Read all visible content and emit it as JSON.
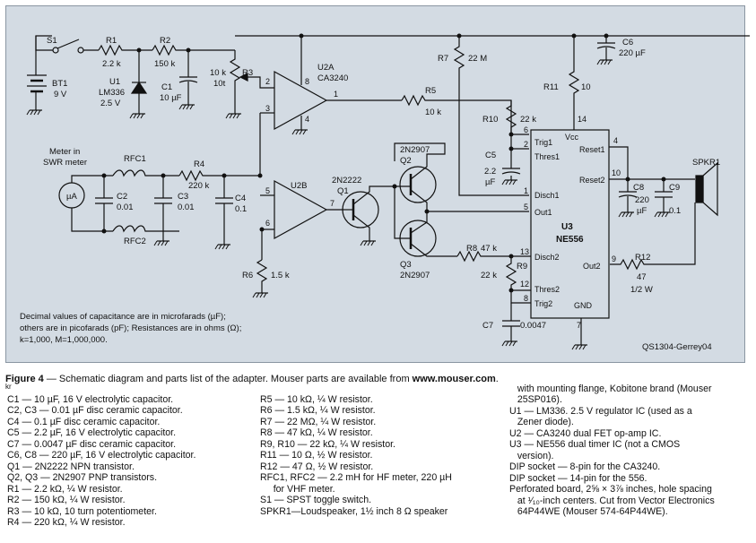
{
  "labels": {
    "s1": "S1",
    "r1": "R1",
    "r1v": "2.2 k",
    "r2": "R2",
    "r2v": "150 k",
    "bt1": "BT1",
    "bt1v": "9 V",
    "u1": "U1",
    "u1p": "LM336",
    "u1v": "2.5 V",
    "c1": "C1",
    "c1v": "10 µF",
    "r3v1": "10 k",
    "r3v2": "10t",
    "r3": "R3",
    "u2a": "U2A",
    "u2ap": "CA3240",
    "r7": "R7",
    "r7v": "22 M",
    "c6": "C6",
    "c6v": "220 µF",
    "r11": "R11",
    "r11v": "10",
    "r5": "R5",
    "r5v": "10 k",
    "r10": "R10",
    "r10v": "22 k",
    "meter1": "Meter in",
    "meter2": "SWR meter",
    "meteru": "µA",
    "rfc1": "RFC1",
    "rfc2": "RFC2",
    "r4": "R4",
    "r4v": "220 k",
    "c2": "C2",
    "c2v": "0.01",
    "c3": "C3",
    "c3v": "0.01",
    "c4": "C4",
    "c4v": "0.1",
    "u2b": "U2B",
    "q1": "2N2222",
    "q1n": "Q1",
    "q2": "2N2907",
    "q2n": "Q2",
    "q3n": "Q3",
    "q3": "2N2907",
    "r6": "R6",
    "r6v": "1.5 k",
    "c5": "C5",
    "c5v1": "2.2",
    "c5v2": "µF",
    "r8": "R8",
    "r8v": "47 k",
    "r9": "R9",
    "r9v": "22 k",
    "c7": "C7",
    "c7v": "0.0047",
    "c8": "C8",
    "c8v1": "220",
    "c8v2": "µF",
    "c9": "C9",
    "c9v": "0.1",
    "spkr": "SPKR1",
    "r12": "R12",
    "r12v1": "47",
    "r12v2": "1/2 W",
    "u3": "U3",
    "u3p": "NE556",
    "vcc": "Vcc",
    "trig1": "Trig1",
    "thres1": "Thres1",
    "reset1": "Reset1",
    "reset2": "Reset2",
    "disch1": "Disch1",
    "out1": "Out1",
    "disch2": "Disch2",
    "thres2": "Thres2",
    "trig2": "Trig2",
    "out2": "Out2",
    "gnd": "GND",
    "credit": "QS1304-Gerrey04"
  },
  "pins": {
    "u2a_in2": "2",
    "u2a_in3": "3",
    "u2a_out": "1",
    "u2a_v8": "8",
    "u2a_g4": "4",
    "u2b_in5": "5",
    "u2b_in6": "6",
    "u2b_out": "7",
    "p14": "14",
    "p6": "6",
    "p2": "2",
    "p4": "4",
    "p10": "10",
    "p1": "1",
    "p5": "5",
    "p13": "13",
    "p12": "12",
    "p8": "8",
    "p9": "9",
    "p7": "7"
  },
  "note": [
    "Decimal values of capacitance are in microfarads (µF);",
    "others are in picofarads (pF); Resistances are in ohms (Ω);",
    "k=1,000, M=1,000,000."
  ],
  "caption": {
    "figure": "Figure 4",
    "text": " — Schematic diagram and parts list of the adapter. Mouser parts are available from ",
    "link": "www.mouser.com",
    "end": ".",
    "tail": "kr"
  },
  "parts_col1": [
    "C1 — 10 µF, 16 V electrolytic capacitor.",
    "C2, C3 — 0.01 µF disc ceramic capacitor.",
    "C4 — 0.1 µF disc ceramic capacitor.",
    "C5 — 2.2 µF, 16 V electrolytic capacitor.",
    "C7 — 0.0047 µF disc ceramic capacitor.",
    "C6, C8 — 220 µF, 16 V electrolytic capacitor.",
    "Q1 — 2N2222 NPN transistor.",
    "Q2, Q3 — 2N2907 PNP transistors.",
    "R1 — 2.2 kΩ, ¼ W resistor.",
    "R2 — 150 kΩ, ¼ W resistor.",
    "R3 — 10 kΩ, 10 turn potentiometer.",
    "R4 — 220 kΩ, ¼ W resistor."
  ],
  "parts_col2": [
    "R5 — 10 kΩ, ¼ W resistor.",
    "R6 — 1.5 kΩ, ¼ W resistor.",
    "R7 — 22 MΩ, ¼ W resistor.",
    "R8 — 47 kΩ, ¼ W resistor.",
    "R9, R10 — 22 kΩ, ¼ W resistor.",
    "R11 — 10 Ω, ½ W resistor.",
    "R12 — 47 Ω, ½ W resistor.",
    "RFC1, RFC2 — 2.2 mH for HF meter, 220 µH",
    "     for VHF meter.",
    "S1 — SPST toggle switch.",
    "SPKR1—Loudspeaker, 1½ inch 8 Ω speaker"
  ],
  "parts_col3": [
    "   with mounting flange, Kobitone brand (Mouser",
    "   25SP016).",
    "U1 — LM336. 2.5 V regulator IC (used as a",
    "   Zener diode).",
    "U2 — CA3240 dual FET op-amp IC.",
    "U3 — NE556 dual timer IC (not a CMOS",
    "   version).",
    "DIP socket — 8-pin for the CA3240.",
    "DIP socket — 14-pin for the 556.",
    "Perforated board, 2⅝ × 3⅞ inches, hole spacing",
    "   at ¹⁄₁₀-inch centers. Cut from Vector Electronics",
    "   64P44WE (Mouser 574-64P44WE)."
  ]
}
